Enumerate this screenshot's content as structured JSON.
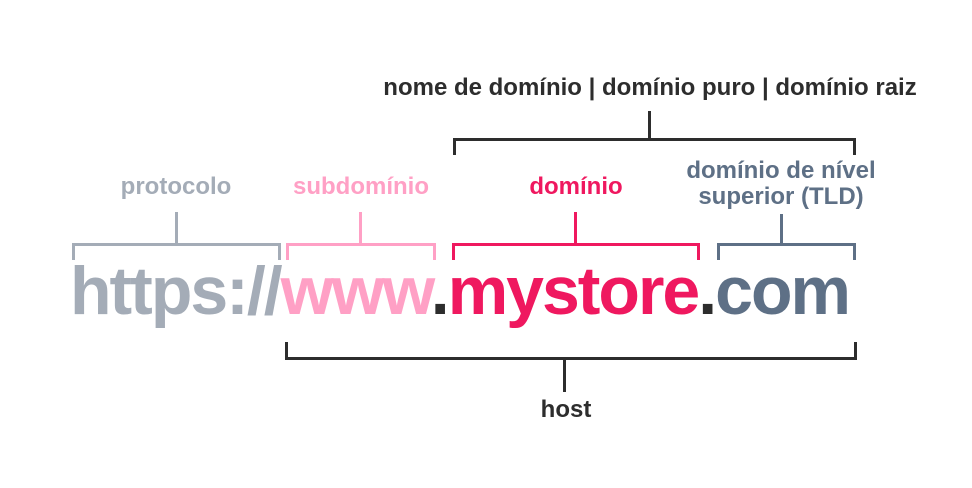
{
  "diagram": {
    "title": "nome de domínio | domínio puro | domínio raiz",
    "url": {
      "protocol": "https://",
      "subdomain": "www",
      "dot1": ".",
      "domain": "mystore",
      "dot2": ".",
      "tld": "com"
    },
    "labels": {
      "protocol": "protocolo",
      "subdomain": "subdomínio",
      "domain": "domínio",
      "tld_line1": "domínio de nível",
      "tld_line2": "superior (TLD)",
      "host": "host"
    },
    "colors": {
      "protocol_gray": "#a4acb7",
      "subdomain_pink": "#ffa0c5",
      "domain_crimson": "#ef185f",
      "tld_slate": "#5e7086",
      "text_dark": "#2d2d2d"
    }
  }
}
